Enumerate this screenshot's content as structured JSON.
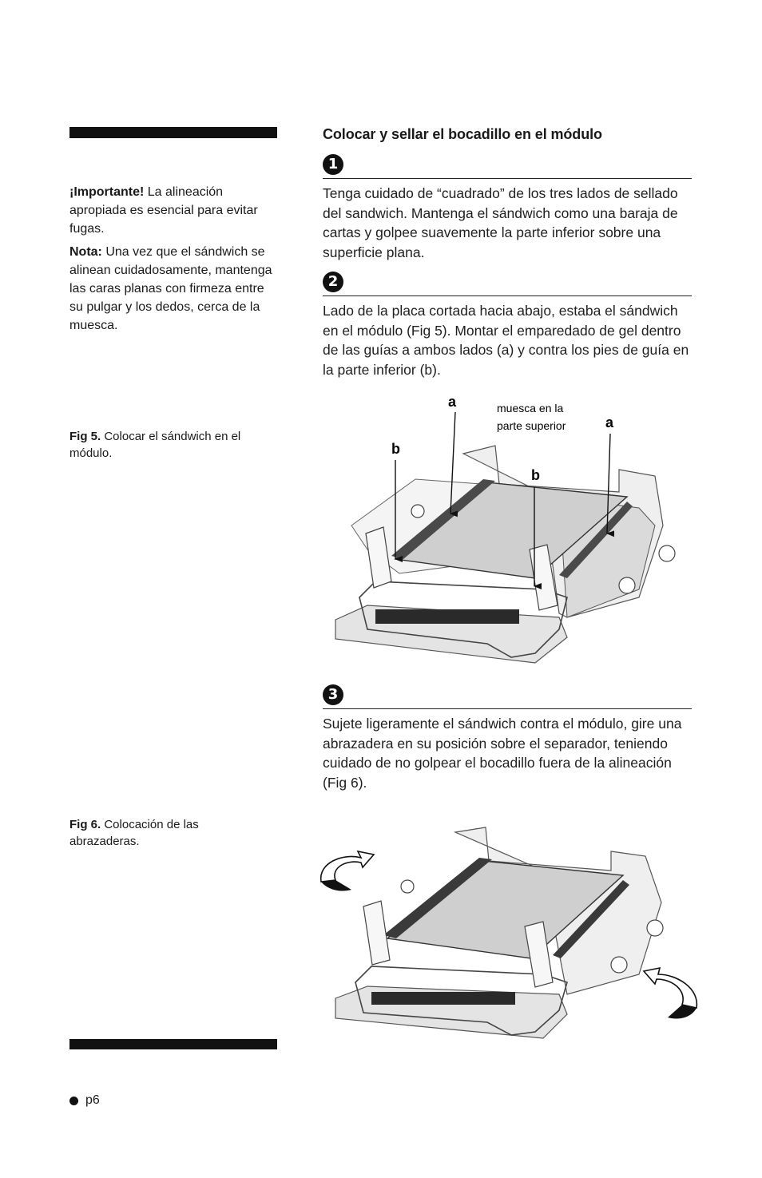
{
  "section_title": "Colocar y sellar el bocadillo en el módulo",
  "sidebar": {
    "important_label": "¡Importante!",
    "important_text": "La alineación apropiada es esencial para evitar fugas.",
    "note_label": "Nota:",
    "note_text": "Una vez que el sándwich se alinean cuidadosamente, mantenga las caras planas con firmeza entre su pulgar y los dedos, cerca de la muesca."
  },
  "steps": [
    {
      "number": "1",
      "text": "Tenga cuidado de “cuadrado” de los tres lados de sellado del sandwich. Mantenga el sándwich como una baraja de cartas y golpee suavemente la parte inferior sobre una superficie plana."
    },
    {
      "number": "2",
      "text": "Lado de la placa cortada hacia abajo, estaba el sándwich en el módulo (Fig 5). Montar el emparedado de gel dentro de las guías a ambos lados (a) y contra los pies de guía en la parte inferior (b)."
    },
    {
      "number": "3",
      "text": "Sujete ligeramente el sándwich contra el módulo, gire una abrazadera en su posición sobre el separador, teniendo cuidado de no golpear el bocadillo fuera de la alineación (Fig 6)."
    }
  ],
  "fig5": {
    "caption_label": "Fig 5.",
    "caption_text": "Colocar el sándwich en el módulo.",
    "label_a": "a",
    "label_b": "b",
    "notch_line1": "muesca en la",
    "notch_line2": "parte superior"
  },
  "fig6": {
    "caption_label": "Fig 6.",
    "caption_text": "Colocación de las abrazaderas."
  },
  "footer": {
    "page": "p6"
  }
}
